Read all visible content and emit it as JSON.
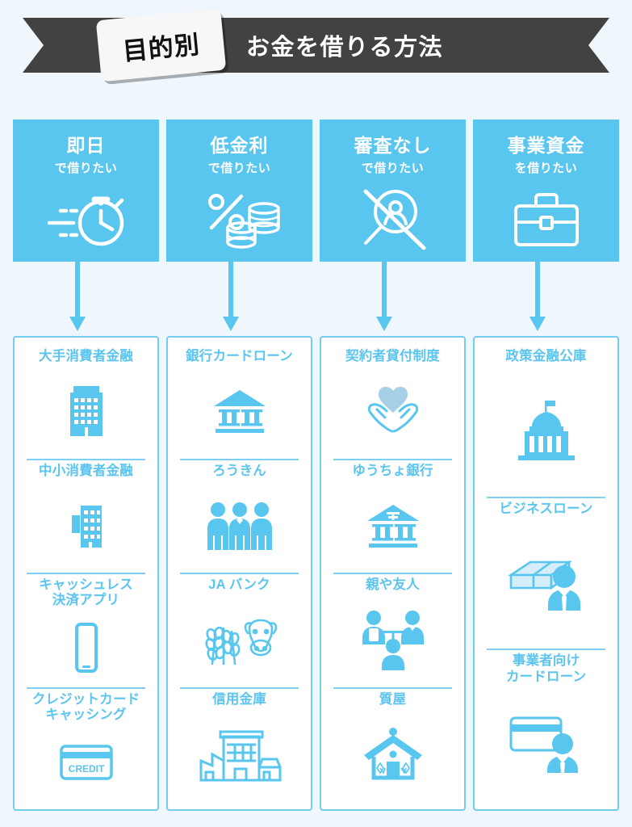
{
  "header": {
    "tag_label": "目的別",
    "title": "お金を借りる方法",
    "ribbon_color": "#424242",
    "tag_bg": "#f7f7f7"
  },
  "theme": {
    "background": "#eff6fc",
    "accent_blue": "#58c6ef",
    "panel_border": "#72cdf0",
    "label_text": "#5bc5ef",
    "white": "#ffffff"
  },
  "columns": [
    {
      "category": {
        "main": "即日",
        "sub": "で借りたい",
        "icon": "stopwatch-speed-icon"
      },
      "items": [
        {
          "label": "大手消費者金融",
          "icon": "office-building-icon"
        },
        {
          "label": "中小消費者金融",
          "icon": "small-office-building-icon"
        },
        {
          "label": "キャッシュレス\n決済アプリ",
          "icon": "smartphone-icon"
        },
        {
          "label": "クレジットカード\nキャッシング",
          "icon": "credit-card-icon",
          "card_text": "CREDIT"
        }
      ]
    },
    {
      "category": {
        "main": "低金利",
        "sub": "で借りたい",
        "icon": "percent-coins-icon"
      },
      "items": [
        {
          "label": "銀行カードローン",
          "icon": "bank-building-icon"
        },
        {
          "label": "ろうきん",
          "icon": "three-workers-icon"
        },
        {
          "label": "JA バンク",
          "icon": "wheat-cow-icon"
        },
        {
          "label": "信用金庫",
          "icon": "factory-shop-icon"
        }
      ]
    },
    {
      "category": {
        "main": "審査なし",
        "sub": "で借りたい",
        "icon": "no-screening-magnifier-icon"
      },
      "items": [
        {
          "label": "契約者貸付制度",
          "icon": "hands-heart-icon"
        },
        {
          "label": "ゆうちょ銀行",
          "icon": "post-bank-icon"
        },
        {
          "label": "親や友人",
          "icon": "family-friends-icon"
        },
        {
          "label": "質屋",
          "icon": "pawnshop-house-icon"
        }
      ]
    },
    {
      "category": {
        "main": "事業資金",
        "sub": "を借りたい",
        "icon": "briefcase-icon"
      },
      "items": [
        {
          "label": "政策金融公庫",
          "icon": "government-building-icon"
        },
        {
          "label": "ビジネスローン",
          "icon": "businessman-cash-icon"
        },
        {
          "label": "事業者向け\nカードローン",
          "icon": "businessman-card-icon"
        }
      ]
    }
  ]
}
